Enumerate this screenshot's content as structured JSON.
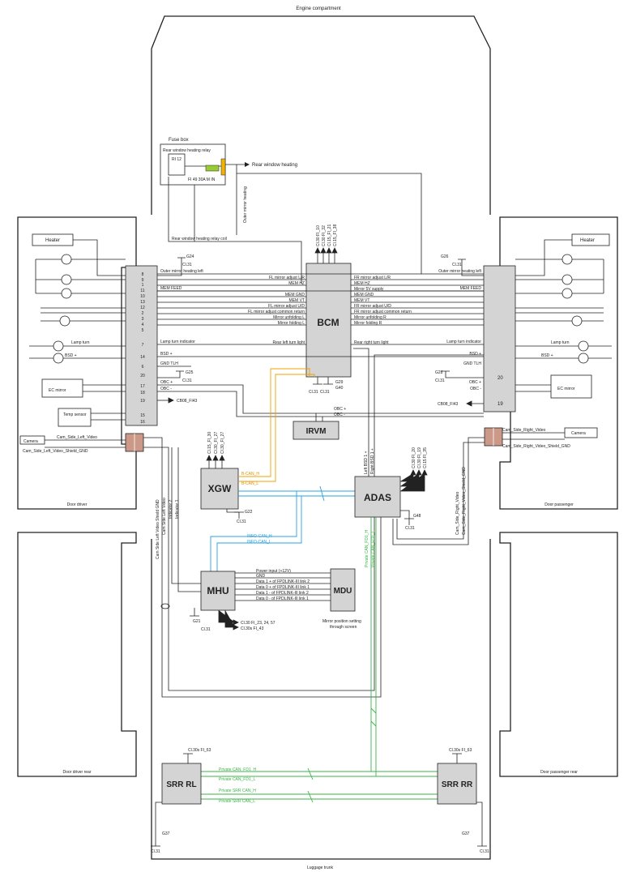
{
  "zones": {
    "engine": "Engine compartment",
    "door_driver": "Door driver",
    "door_passenger": "Door passenger",
    "door_driver_rear": "Door driver rear",
    "door_passenger_rear": "Door passenger rear",
    "trunk": "Luggage trunk"
  },
  "modules": {
    "bcm": "BCM",
    "irvm": "IRVM",
    "xgw": "XGW",
    "adas": "ADAS",
    "mhu": "MHU",
    "mdu": "MDU",
    "srr_rl": "SRR RL",
    "srr_rr": "SRR RR"
  },
  "fuse_box": {
    "title": "Fuse box",
    "relay_label": "Rear window heating relay",
    "relay_id": "RI 12",
    "fuse_label": "FI 49 30A M IN",
    "out_label": "Rear window heating",
    "coil_label": "Rear window heating relay coil",
    "outer_mirror_heating": "Outer mirror heating"
  },
  "left_mirror": {
    "heater": "Heater",
    "ec_mirror": "EC mirror",
    "temp_sensor": "Temp sensor",
    "lamp_turn": "Lamp turn",
    "bsd": "BSD +",
    "pins": [
      "8",
      "9",
      "1",
      "11",
      "10",
      "13",
      "12",
      "2",
      "3",
      "4",
      "5",
      "7",
      "14",
      "6",
      "20",
      "17",
      "18",
      "19",
      "15",
      "16"
    ],
    "wire_labels": [
      "Outer mirror heating left",
      "MEM FEED",
      "Lamp turn indicator",
      "BSD +",
      "GND TLH",
      "OBC +",
      "OBC -"
    ],
    "cb": "CB08_FI43"
  },
  "right_mirror": {
    "heater": "Heater",
    "ec_mirror": "EC mirror",
    "lamp_turn": "Lamp turn",
    "bsd": "BSD +",
    "pins": [
      "20",
      "19"
    ],
    "wire_labels": [
      "Outer mirror heating left",
      "MEM FEED",
      "Lamp turn indicator",
      "BSD +",
      "GND TLH",
      "OBC +",
      "OBC -"
    ],
    "cb": "CB08_FI43"
  },
  "bcm_left_signals": [
    "FL mirror adjust L/R",
    "MEM HZ",
    "",
    "MEM GND",
    "MEM VT",
    "FL mirror adjust U/D",
    "FL mirror adjust common return",
    "Mirror unfolding L",
    "Mirror folding L",
    "Rear left turn light"
  ],
  "bcm_right_signals": [
    "FR mirror adjust L/R",
    "MEM HZ",
    "Mirror 5V supply",
    "MEM GND",
    "MEM VT",
    "FR mirror adjust U/D",
    "FR mirror adjust common return",
    "Mirror unfolding R",
    "Mirror folding R",
    "Rear right turn light"
  ],
  "bcm_top": [
    "Cl.30 FI_10",
    "Cl.30 FI_32",
    "Cl.15_FI_21",
    "Cl.15_FI_38"
  ],
  "bcm_bottom": [
    "Cl.31",
    "Cl.31",
    "G29",
    "G40"
  ],
  "grounds": {
    "g24": "G24",
    "g26": "G26",
    "g25": "G25",
    "g28": "G28",
    "g22": "G22",
    "g48": "G48",
    "g21": "G21",
    "g37": "G37",
    "cl31": "Cl.31"
  },
  "obc": [
    "OBC +",
    "OBC -"
  ],
  "xgw_top": [
    "Cl.15_FI_30",
    "Cl.30_FI_27",
    "Cl.30_FI_27"
  ],
  "bcan": [
    "B-CAN_H",
    "B-CAN_L"
  ],
  "infocan": [
    "INFO-CAN_H",
    "INFO-CAN_L"
  ],
  "adas_left": [
    "Left BSD 1 +",
    "Right BSD 1 +"
  ],
  "adas_top": [
    "Cl.30 FI_20",
    "Cl.30 FI_19",
    "Cl.15 FI_35"
  ],
  "private_can_fd": [
    "Private CAN_FD1_H",
    "Private CAN_FD1_L"
  ],
  "private_srr": [
    "Private SRR CAN_H",
    "Private SRR CAN_L"
  ],
  "mhu_mdu": [
    "Power input (+12V)",
    "GND",
    "Data 1 + of FPDLINK-III link 2",
    "Data 0 + of FPDLINK-III link 1",
    "Data 1 - of FPDLINK-III link 2",
    "Data 0 - of FPDLINK-III link 1"
  ],
  "mhu_bottom": [
    "Cl.30 FI_23, 24, 57",
    "Cl.30s FI_43"
  ],
  "mdu_note": [
    "Mirror position setting",
    "through screen"
  ],
  "cameras": {
    "left": "Camera",
    "left_signal": "Cam_Side_Left_Video",
    "left_shield": "Cam_Side_Left_Video_Shield_GND",
    "right": "Camera",
    "right_signal": "Cam_Side_Right_Video",
    "right_shield": "Cam_Side_Right_Video_Shield_GND"
  },
  "vertical_labels": {
    "cam_left": [
      "Cam Side Left Video Shield GND",
      "Cam Side Left Video",
      "Indicator 2",
      "Indicator 1"
    ],
    "cam_right": [
      "Cam_Side_Right_Video",
      "Cam_Side_Right_Video_Shield_GND"
    ]
  },
  "srr_power": [
    "Cl.30s FI_63",
    "Cl.30s FI_63"
  ]
}
